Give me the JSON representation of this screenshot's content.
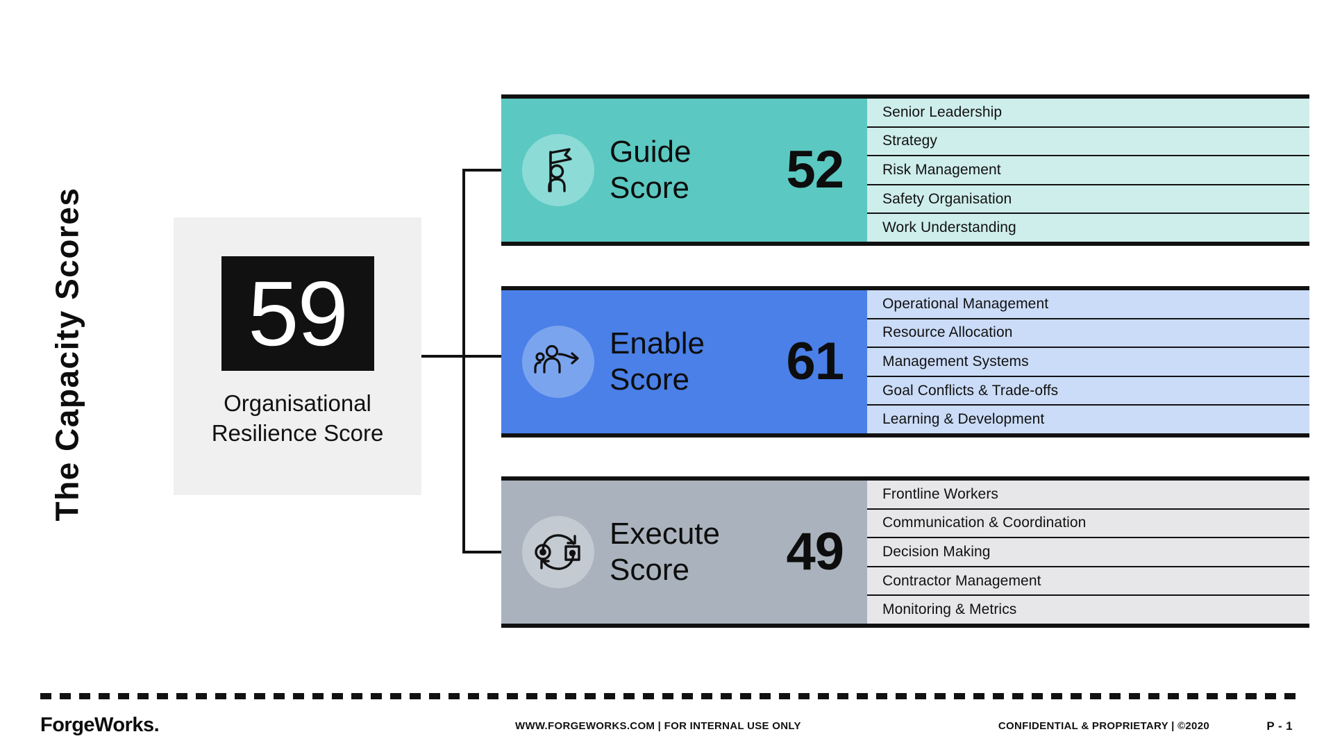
{
  "slide": {
    "title": "The Capacity Scores"
  },
  "overall": {
    "score": "59",
    "caption_line1": "Organisational",
    "caption_line2": "Resilience Score",
    "chip_bg": "#111111",
    "card_bg": "#f0f0f0"
  },
  "rows": [
    {
      "key": "guide",
      "title_line1": "Guide",
      "title_line2": "Score",
      "score": "52",
      "icon": "flag-person-icon",
      "panel_color": "#5cc8c2",
      "badge_color": "#8cdbd6",
      "list_color": "#ceeeeb",
      "items": [
        "Senior Leadership",
        "Strategy",
        "Risk Management",
        "Safety Organisation",
        "Work Understanding"
      ]
    },
    {
      "key": "enable",
      "title_line1": "Enable",
      "title_line2": "Score",
      "score": "61",
      "icon": "people-arrow-icon",
      "panel_color": "#4a80e8",
      "badge_color": "#7ba4ef",
      "list_color": "#cbdcf8",
      "items": [
        "Operational Management",
        "Resource Allocation",
        "Management Systems",
        "Goal Conflicts & Trade-offs",
        "Learning & Development"
      ]
    },
    {
      "key": "execute",
      "title_line1": "Execute",
      "title_line2": "Score",
      "score": "49",
      "icon": "cycle-refresh-icon",
      "panel_color": "#aab3bd",
      "badge_color": "#c3cad2",
      "list_color": "#e7e7e9",
      "items": [
        "Frontline Workers",
        "Communication & Coordination",
        "Decision Making",
        "Contractor Management",
        "Monitoring & Metrics"
      ]
    }
  ],
  "footer": {
    "logo": "ForgeWorks.",
    "center": "WWW.FORGEWORKS.COM | FOR INTERNAL USE ONLY",
    "right": "CONFIDENTIAL & PROPRIETARY | ©2020",
    "page": "P - 1"
  }
}
